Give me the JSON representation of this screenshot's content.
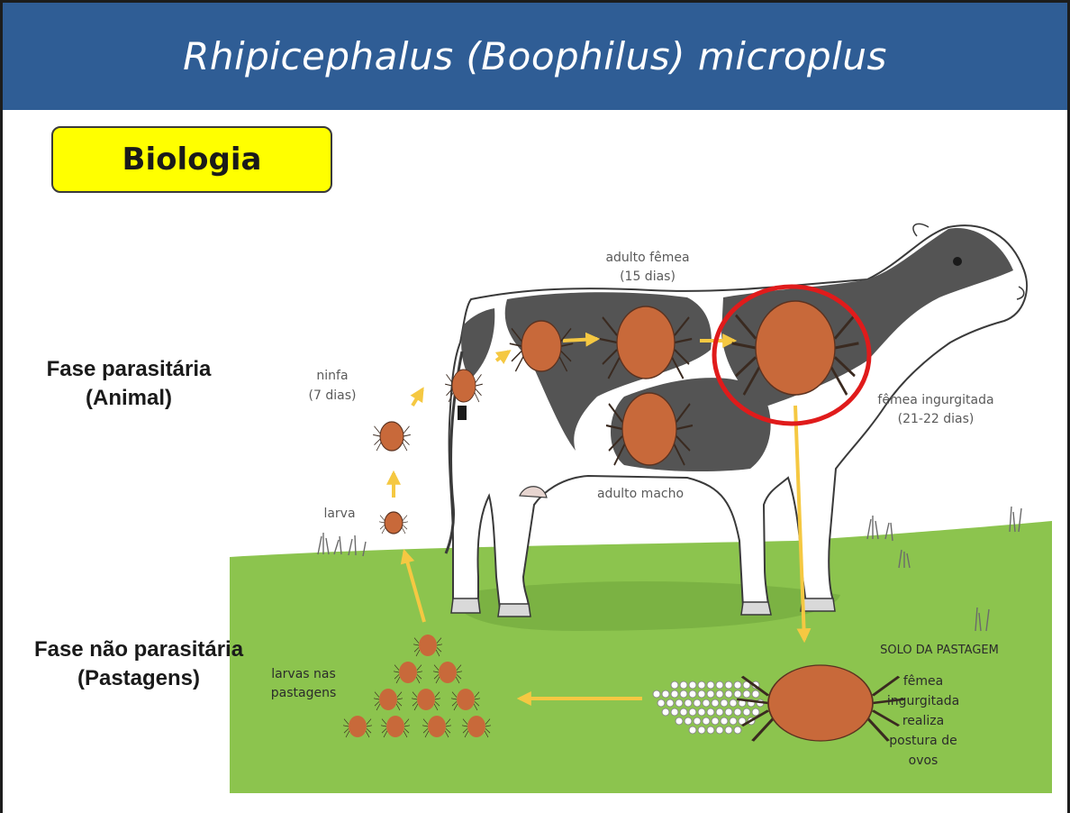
{
  "title": "Rhipicephalus (Boophilus) microplus",
  "section_badge": "Biologia",
  "phases": {
    "parasitic": {
      "line1": "Fase parasitária",
      "line2": "(Animal)"
    },
    "non_parasitic": {
      "line1": "Fase não parasitária",
      "line2": "(Pastagens)"
    }
  },
  "figure_labels": {
    "adult_female_line1": "adulto fêmea",
    "adult_female_line2": "(15 dias)",
    "nymph_line1": "ninfa",
    "nymph_line2": "(7 dias)",
    "engorged_line1": "fêmea ingurgitada",
    "engorged_line2": "(21-22 dias)",
    "larva": "larva",
    "adult_male": "adulto macho",
    "larvae_pasture_line1": "larvas nas",
    "larvae_pasture_line2": "pastagens",
    "soil": "SOLO DA PASTAGEM",
    "laying_line1": "fêmea",
    "laying_line2": "ingurgitada",
    "laying_line3": "realiza",
    "laying_line4": "postura de",
    "laying_line5": "ovos"
  },
  "colors": {
    "header": "#2f5d95",
    "badge": "#ffff00",
    "grass": "#8cc44e",
    "tick": "#c8693a",
    "arrow": "#f5c842",
    "highlight": "#e01b1b"
  }
}
